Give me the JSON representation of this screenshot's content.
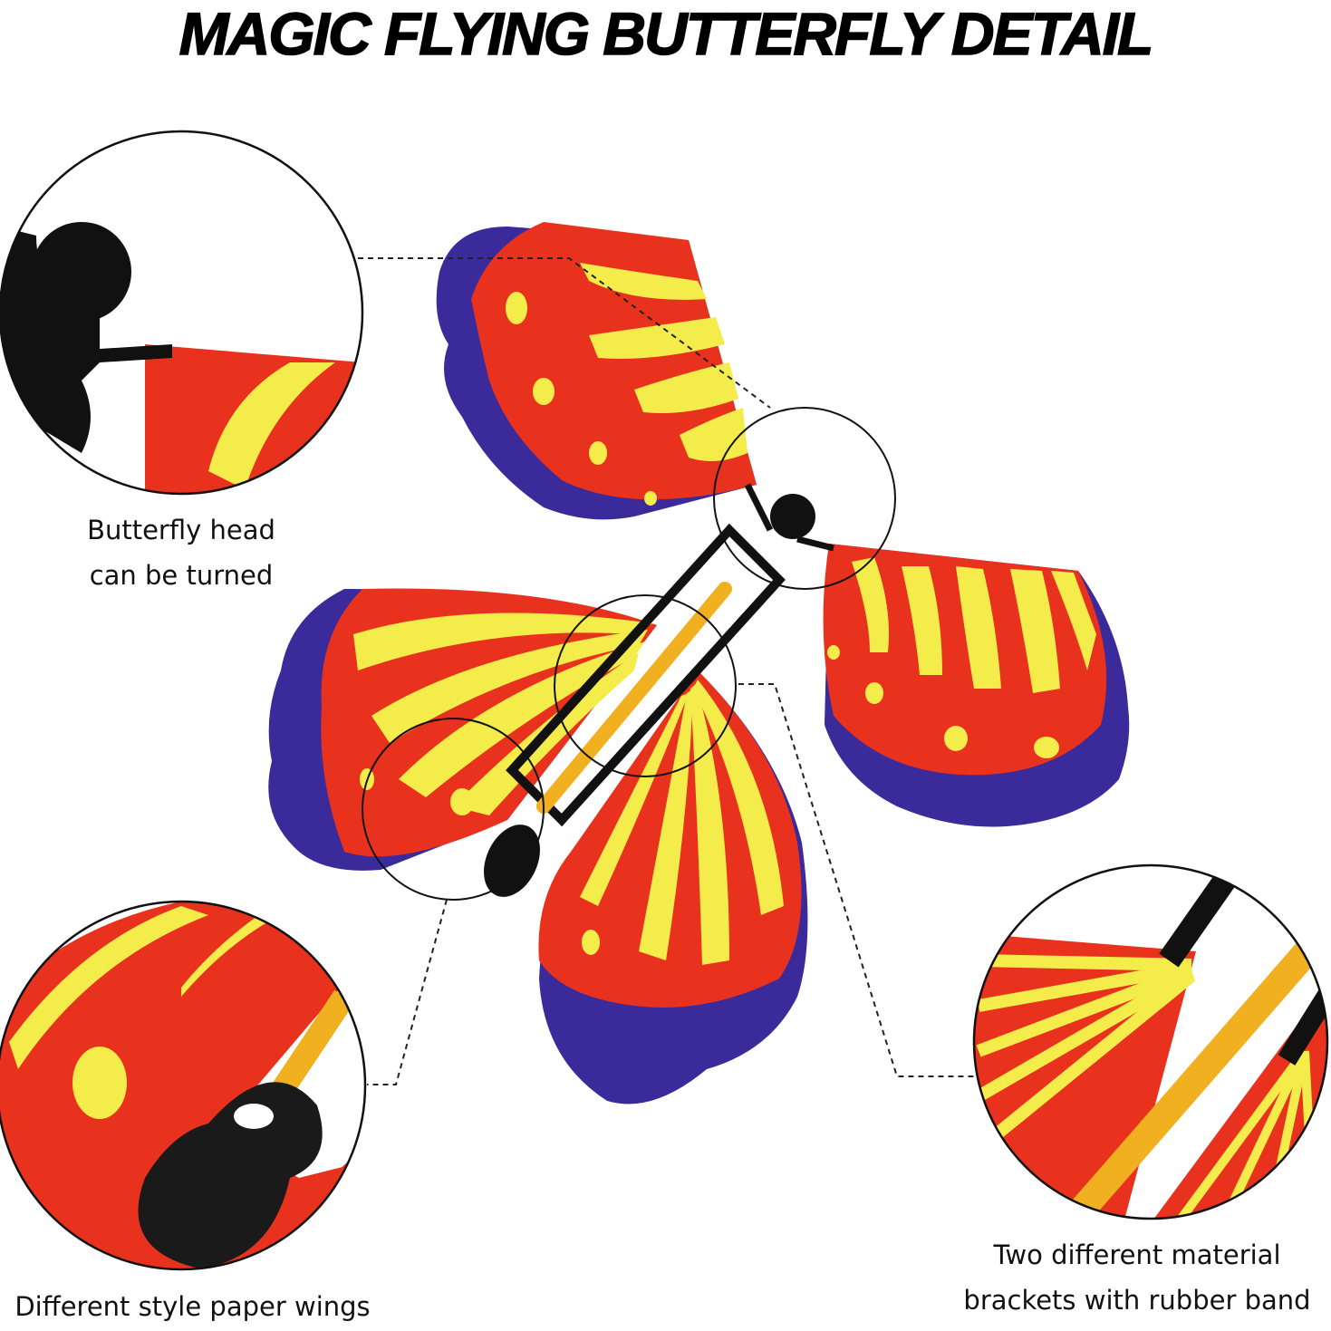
{
  "title": "MAGIC FLYING BUTTERFLY DETAIL",
  "callouts": {
    "head": {
      "line1": "Butterfly head",
      "line2": "can be turned"
    },
    "wings": {
      "line1": "Different style paper wings"
    },
    "brackets": {
      "line1": "Two different material",
      "line2": "brackets with rubber band"
    }
  },
  "colors": {
    "red": "#e8321e",
    "yellow": "#f4ec4a",
    "blue": "#3a2a9a",
    "black": "#111111",
    "band": "#f0b020"
  }
}
